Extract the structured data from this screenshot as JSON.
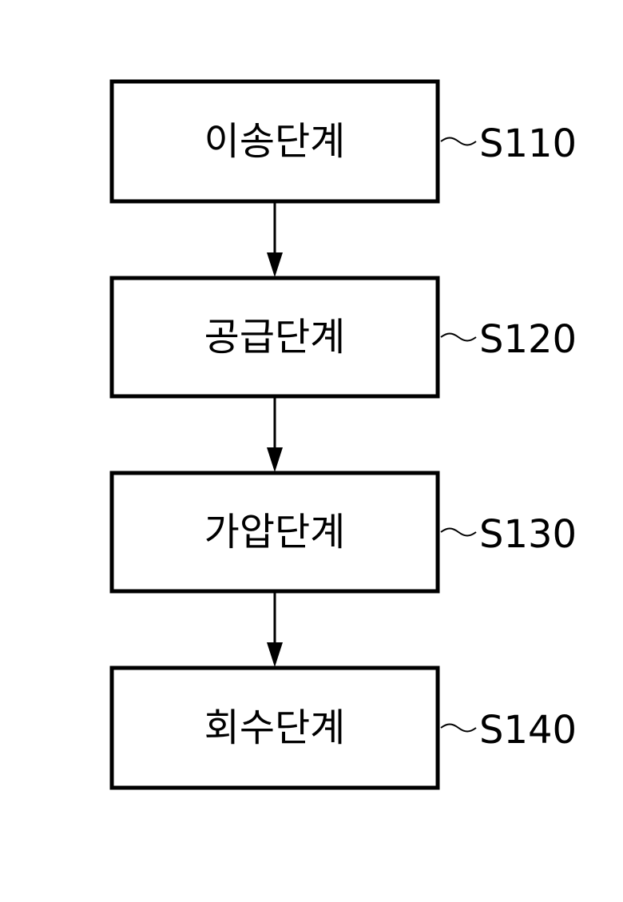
{
  "steps": [
    {
      "label": "이송단계",
      "code": "S110"
    },
    {
      "label": "공급단계",
      "code": "S120"
    },
    {
      "label": "가압단계",
      "code": "S130"
    },
    {
      "label": "회수단계",
      "code": "S140"
    }
  ]
}
